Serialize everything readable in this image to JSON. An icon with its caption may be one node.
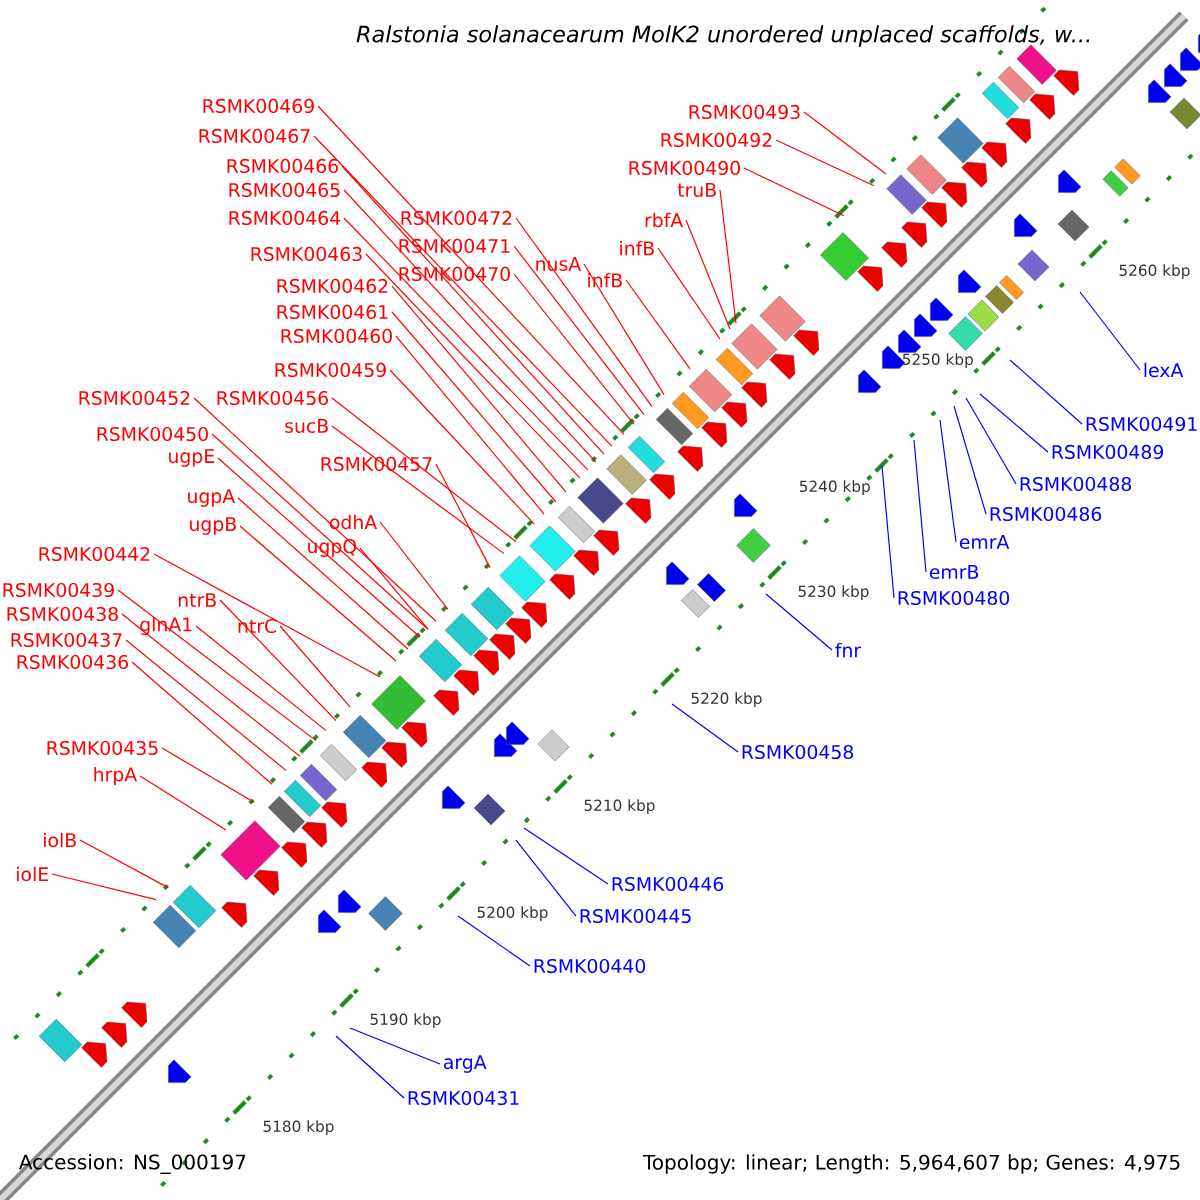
{
  "diagram": {
    "title": "Ralstonia solanacearum MolK2 unordered unplaced scaffolds, w...",
    "nodes": [
      {
        "text": [
          "RSMK00493"
        ]
      },
      {
        "text": [
          "RSMK00469"
        ]
      },
      {
        "text": [
          "RSMK00467"
        ]
      },
      {
        "text": [
          "RSMK00492"
        ]
      },
      {
        "text": [
          "RSMK00466"
        ]
      },
      {
        "text": [
          "RSMK00490"
        ]
      },
      {
        "text": [
          "RSMK00465"
        ]
      },
      {
        "text": [
          "truB"
        ]
      },
      {
        "text": [
          "RSMK00464"
        ]
      },
      {
        "text": [
          "RSMK00472"
        ]
      },
      {
        "text": [
          "rbfA"
        ]
      },
      {
        "text": [
          "RSMK00471"
        ]
      },
      {
        "text": [
          "infB"
        ]
      },
      {
        "text": [
          "RSMK00463"
        ]
      },
      {
        "text": [
          "nusA"
        ]
      },
      {
        "text": [
          "RSMK00470"
        ]
      },
      {
        "text": [
          "infB"
        ]
      },
      {
        "text": [
          "RSMK00462"
        ]
      },
      {
        "text": [
          "RSMK00461"
        ]
      },
      {
        "text": [
          "RSMK00460"
        ]
      },
      {
        "text": [
          "RSMK00459"
        ]
      },
      {
        "text": [
          "lexA"
        ]
      },
      {
        "text": [
          "RSMK00452"
        ]
      },
      {
        "text": [
          "RSMK00456"
        ]
      },
      {
        "text": [
          "RSMK00491"
        ]
      },
      {
        "text": [
          "sucB"
        ]
      },
      {
        "text": [
          "RSMK00450"
        ]
      },
      {
        "text": [
          "RSMK00489"
        ]
      },
      {
        "text": [
          "ugpE"
        ]
      },
      {
        "text": [
          "RSMK00457"
        ]
      },
      {
        "text": [
          "RSMK00488"
        ]
      },
      {
        "text": [
          "ugpA"
        ]
      },
      {
        "text": [
          "RSMK00486"
        ]
      },
      {
        "text": [
          "odhA"
        ]
      },
      {
        "text": [
          "ugpB"
        ]
      },
      {
        "text": [
          "emrA"
        ]
      },
      {
        "text": [
          "ugpQ"
        ]
      },
      {
        "text": [
          "RSMK00442"
        ]
      },
      {
        "text": [
          "emrB"
        ]
      },
      {
        "text": [
          "RSMK00439"
        ]
      },
      {
        "text": [
          "RSMK00480"
        ]
      },
      {
        "text": [
          "ntrB"
        ]
      },
      {
        "text": [
          "RSMK00438"
        ]
      },
      {
        "text": [
          "glnA1"
        ]
      },
      {
        "text": [
          "ntrC"
        ]
      },
      {
        "text": [
          "RSMK00437"
        ]
      },
      {
        "text": [
          "fnr"
        ]
      },
      {
        "text": [
          "RSMK00436"
        ]
      },
      {
        "text": [
          "RSMK00435"
        ]
      },
      {
        "text": [
          "RSMK00458"
        ]
      },
      {
        "text": [
          "hrpA"
        ]
      },
      {
        "text": [
          "iolB"
        ]
      },
      {
        "text": [
          "iolE"
        ]
      },
      {
        "text": [
          "RSMK00446"
        ]
      },
      {
        "text": [
          "RSMK00445"
        ]
      },
      {
        "text": [
          "RSMK00440"
        ]
      },
      {
        "text": [
          "argA"
        ]
      },
      {
        "text": [
          "RSMK00431"
        ]
      }
    ],
    "edges": [
      {
        "from": 0,
        "to": null,
        "arrow": "none"
      },
      {
        "from": 1,
        "to": null,
        "arrow": "none"
      },
      {
        "from": 2,
        "to": null,
        "arrow": "none"
      },
      {
        "from": 3,
        "to": null,
        "arrow": "none"
      },
      {
        "from": 4,
        "to": null,
        "arrow": "none"
      },
      {
        "from": 5,
        "to": null,
        "arrow": "none"
      },
      {
        "from": 6,
        "to": null,
        "arrow": "none"
      },
      {
        "from": 7,
        "to": null,
        "arrow": "none"
      },
      {
        "from": 8,
        "to": null,
        "arrow": "none"
      },
      {
        "from": 9,
        "to": null,
        "arrow": "none"
      },
      {
        "from": 10,
        "to": null,
        "arrow": "none"
      },
      {
        "from": 11,
        "to": null,
        "arrow": "none"
      },
      {
        "from": 12,
        "to": null,
        "arrow": "none"
      },
      {
        "from": 13,
        "to": null,
        "arrow": "none"
      },
      {
        "from": 14,
        "to": null,
        "arrow": "none"
      },
      {
        "from": 15,
        "to": null,
        "arrow": "none"
      },
      {
        "from": 16,
        "to": null,
        "arrow": "none"
      },
      {
        "from": 17,
        "to": null,
        "arrow": "none"
      },
      {
        "from": 18,
        "to": null,
        "arrow": "none"
      },
      {
        "from": 19,
        "to": null,
        "arrow": "none"
      },
      {
        "from": 20,
        "to": null,
        "arrow": "none"
      },
      {
        "from": 21,
        "to": null,
        "arrow": "none",
        "color": "#0000ff"
      },
      {
        "from": 22,
        "to": null,
        "arrow": "none"
      },
      {
        "from": 23,
        "to": null,
        "arrow": "none"
      },
      {
        "from": 24,
        "to": null,
        "arrow": "none",
        "color": "#0000ff"
      },
      {
        "from": 25,
        "to": null,
        "arrow": "none"
      },
      {
        "from": 26,
        "to": null,
        "arrow": "none"
      },
      {
        "from": 27,
        "to": null,
        "arrow": "none",
        "color": "#0000ff"
      },
      {
        "from": 28,
        "to": null,
        "arrow": "none"
      },
      {
        "from": 29,
        "to": null,
        "arrow": "none"
      },
      {
        "from": 30,
        "to": null,
        "arrow": "none",
        "color": "#0000ff"
      },
      {
        "from": 31,
        "to": null,
        "arrow": "none"
      },
      {
        "from": 32,
        "to": null,
        "arrow": "none",
        "color": "#0000ff"
      },
      {
        "from": 33,
        "to": null,
        "arrow": "none"
      },
      {
        "from": 34,
        "to": null,
        "arrow": "none"
      },
      {
        "from": 35,
        "to": null,
        "arrow": "none",
        "color": "#0000ff"
      },
      {
        "from": 36,
        "to": null,
        "arrow": "none"
      },
      {
        "from": 37,
        "to": null,
        "arrow": "none"
      },
      {
        "from": 38,
        "to": null,
        "arrow": "none",
        "color": "#0000ff"
      },
      {
        "from": 39,
        "to": null,
        "arrow": "none"
      },
      {
        "from": 40,
        "to": null,
        "arrow": "none",
        "color": "#0000ff"
      },
      {
        "from": 41,
        "to": null,
        "arrow": "none"
      },
      {
        "from": 42,
        "to": null,
        "arrow": "none"
      },
      {
        "from": 43,
        "to": null,
        "arrow": "none"
      },
      {
        "from": 44,
        "to": null,
        "arrow": "none"
      },
      {
        "from": 45,
        "to": null,
        "arrow": "none"
      },
      {
        "from": 46,
        "to": null,
        "arrow": "none",
        "color": "#0000ff"
      },
      {
        "from": 47,
        "to": null,
        "arrow": "none"
      },
      {
        "from": 48,
        "to": null,
        "arrow": "none"
      },
      {
        "from": 49,
        "to": null,
        "arrow": "none",
        "color": "#0000ff"
      },
      {
        "from": 50,
        "to": null,
        "arrow": "none"
      },
      {
        "from": 51,
        "to": null,
        "arrow": "none"
      },
      {
        "from": 52,
        "to": null,
        "arrow": "none"
      },
      {
        "from": 53,
        "to": null,
        "arrow": "none",
        "color": "#0000ff"
      },
      {
        "from": 54,
        "to": null,
        "arrow": "none",
        "color": "#0000ff"
      },
      {
        "from": 55,
        "to": null,
        "arrow": "none",
        "color": "#0000ff"
      },
      {
        "from": 56,
        "to": null,
        "arrow": "none",
        "color": "#0000ff"
      },
      {
        "from": 57,
        "to": null,
        "arrow": "none",
        "color": "#0000ff"
      }
    ],
    "labels": [
      "5180 kbp",
      "5190 kbp",
      "5200 kbp",
      "5210 kbp",
      "5220 kbp",
      "5230 kbp",
      "5240 kbp",
      "5250 kbp",
      "5260 kbp",
      "Accession: NS_000197",
      "Topology: linear; Length: 5,964,607 bp; Genes: 4,975"
    ]
  }
}
